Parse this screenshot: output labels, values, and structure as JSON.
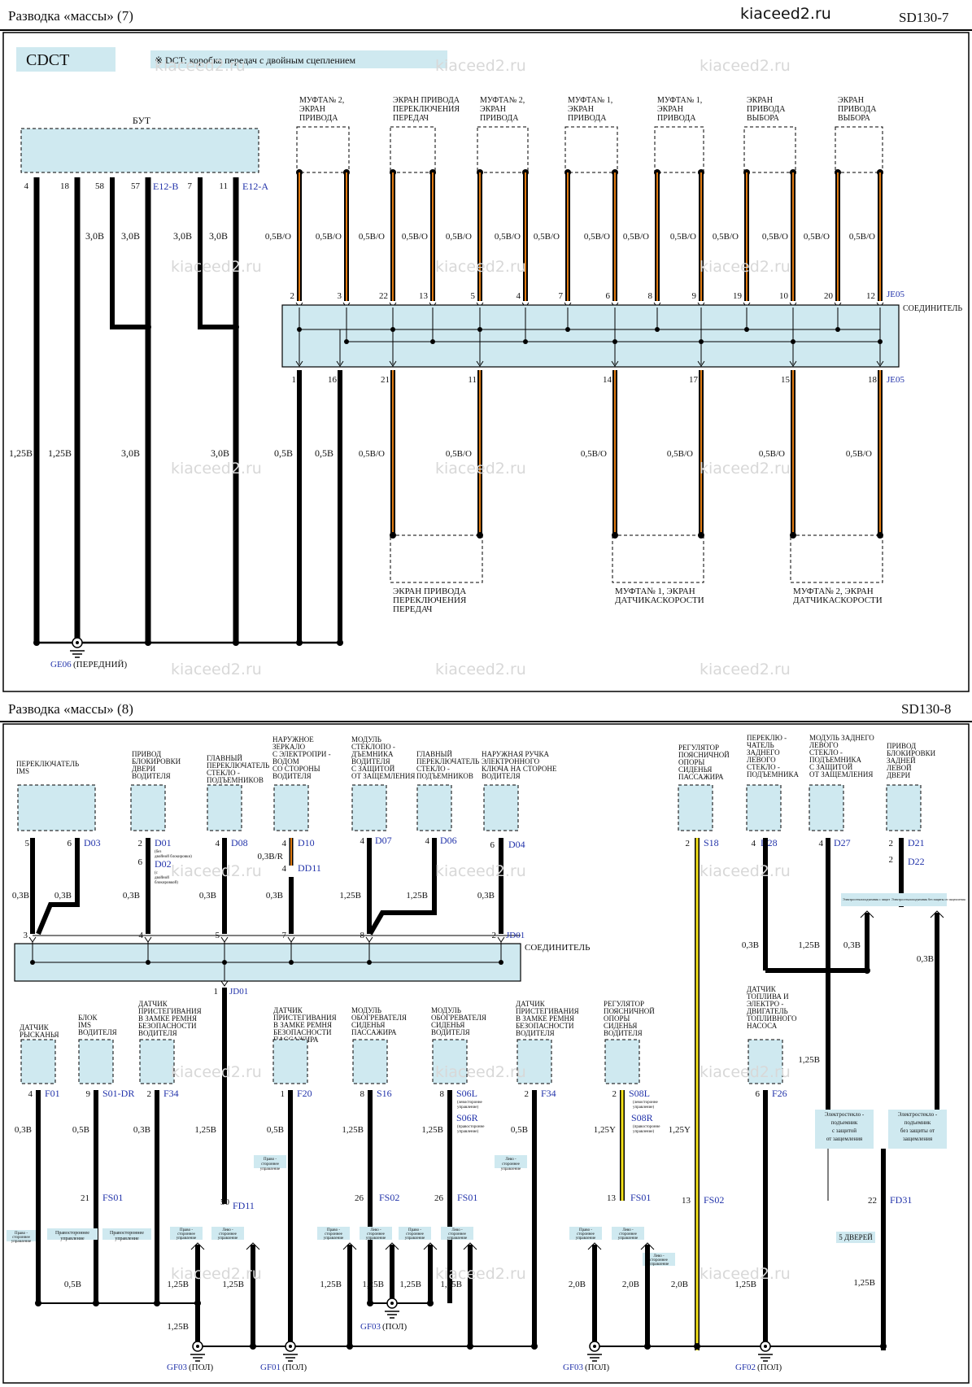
{
  "p7": {
    "header_left": "Разводка   «массы»   (7)",
    "site": "kiaceed2.ru",
    "code": "SD130-7",
    "cdct": "CDCT",
    "note": "※ DCT: коробка  передач  с двойным  сцеплением",
    "but": "БУТ",
    "but_pins": [
      "4",
      "18",
      "58",
      "57",
      "7",
      "11"
    ],
    "e12b": "E12-B",
    "e12a": "E12-A",
    "v30": "3,0B",
    "v125": "1,25B",
    "v05": "0,5B",
    "v05bo": "0,5B/O",
    "soed": "СОЕДИНИТЕЛЬ",
    "je05": "JE05",
    "top_pins": [
      "2",
      "3",
      "22",
      "13",
      "5",
      "4",
      "7",
      "6",
      "8",
      "9",
      "19",
      "10",
      "20",
      "12"
    ],
    "bot_pins": [
      "1",
      "16",
      "21",
      "11",
      "14",
      "17",
      "15",
      "18"
    ],
    "comp_top": [
      [
        "МУФТА№ 2,",
        "ЭКРАН",
        "ПРИВОДА"
      ],
      [
        "ЭКРАН ПРИВОДА",
        "ПЕРЕКЛЮЧЕНИЯ",
        "ПЕРЕДАЧ"
      ],
      [
        "МУФТА№ 2,",
        "ЭКРАН",
        "ПРИВОДА"
      ],
      [
        "МУФТА№ 1,",
        "ЭКРАН",
        "ПРИВОДА"
      ],
      [
        "МУФТА№ 1,",
        "ЭКРАН",
        "ПРИВОДА"
      ],
      [
        "ЭКРАН",
        "ПРИВОДА",
        "ВЫБОРА"
      ],
      [
        "ЭКРАН",
        "ПРИВОДА",
        "ВЫБОРА"
      ]
    ],
    "comp_bot": [
      [
        "ЭКРАН ПРИВОДА",
        "ПЕРЕКЛЮЧЕНИЯ",
        "ПЕРЕДАЧ"
      ],
      [
        "МУФТА№ 1, ЭКРАН",
        "ДАТЧИКАСКОРОСТИ"
      ],
      [
        "МУФТА№ 2, ЭКРАН",
        "ДАТЧИКАСКОРОСТИ"
      ]
    ],
    "ge06": "GE06",
    "ge06_sub": "(ПЕРЕДНИЙ)"
  },
  "p8": {
    "header_left": "Разводка   «массы»   (8)",
    "code": "SD130-8",
    "soed": "СОЕДИНИТЕЛЬ",
    "jd01": "JD01",
    "v03": "0,3B",
    "v05": "0,5B",
    "v125": "1,25B",
    "v20": "2,0B",
    "v125y": "1,25Y",
    "v03r": "0,3B/R",
    "top_comps": [
      {
        "label": [
          "ПЕРЕКЛЮЧАТЕЛЬ",
          "IMS"
        ],
        "conn": "D03"
      },
      {
        "label": [
          "ПРИВОД",
          "БЛОКИРОВКИ",
          "ДВЕРИ",
          "ВОДИТЕЛЯ"
        ],
        "conn": "D01",
        "conn2": "D02"
      },
      {
        "label": [
          "ГЛАВНЫЙ",
          "ПЕРЕКЛЮЧАТЕЛЬ",
          "СТЕКЛО -",
          "ПОДЪЕМНИКОВ"
        ],
        "conn": "D08"
      },
      {
        "label": [
          "НАРУЖНОЕ",
          "ЗЕРКАЛО",
          "С ЭЛЕКТРОПРИ -",
          "ВОДОМ",
          "СО СТОРОНЫ",
          "ВОДИТЕЛЯ"
        ],
        "conn": "D10",
        "conn2": "DD11"
      },
      {
        "label": [
          "МОДУЛЬ",
          "СТЕКЛОПО -",
          "ДЪЕМНИКА",
          "ВОДИТЕЛЯ",
          "С ЗАЩИТОЙ",
          "ОТ ЗАЩЕМЛЕНИЯ"
        ],
        "conn": "D07"
      },
      {
        "label": [
          "ГЛАВНЫЙ",
          "ПЕРЕКЛЮЧАТЕЛЬ",
          "СТЕКЛО -",
          "ПОДЪЕМНИКОВ"
        ],
        "conn": "D06"
      },
      {
        "label": [
          "НАРУЖНАЯ РУЧКА",
          "ЭЛЕКТРОННОГО",
          "КЛЮЧА  НА СТОРОНЕ",
          "ВОДИТЕЛЯ"
        ],
        "conn": "D04"
      }
    ],
    "right_comps": [
      {
        "label": [
          "РЕГУЛЯТОР",
          "ПОЯСНИЧНОЙ",
          "ОПОРЫ",
          "СИДЕНЬЯ",
          "ПАССАЖИРА"
        ],
        "conn": "S18"
      },
      {
        "label": [
          "ПЕРЕКЛЮ -",
          "ЧАТЕЛЬ",
          "ЗАДНЕГО",
          "ЛЕВОГО",
          "СТЕКЛО -",
          "ПОДЪЕМНИКА"
        ],
        "conn": "D28"
      },
      {
        "label": [
          "МОДУЛЬ ЗАДНЕГО",
          "ЛЕВОГО",
          "СТЕКЛО -",
          "ПОДЪЕМНИКА",
          "С ЗАЩИТОЙ",
          "ОТ ЗАЩЕМЛЕНИЯ"
        ],
        "conn": "D27"
      },
      {
        "label": [
          "ПРИВОД",
          "БЛОКИРОВКИ",
          "ЗАДНЕЙ",
          "ЛЕВОЙ",
          "ДВЕРИ"
        ],
        "conn": "D21",
        "conn2": "D22"
      }
    ],
    "bot_comps": [
      {
        "label": [
          "ДАТЧИК",
          "РЫСКАНЬЯ"
        ],
        "conn": "F01"
      },
      {
        "label": [
          "БЛОК",
          "IMS",
          "ВОДИТЕЛЯ"
        ],
        "conn": "S01-DR"
      },
      {
        "label": [
          "ДАТЧИК",
          "ПРИСТЕГИВАНИЯ",
          "В ЗАМКЕ  РЕМНЯ",
          "БЕЗОПАСНОСТИ",
          "ВОДИТЕЛЯ"
        ],
        "conn": "F34"
      },
      {
        "label": [
          "ДАТЧИК",
          "ПРИСТЕГИВАНИЯ",
          "В ЗАМКЕ  РЕМНЯ",
          "БЕЗОПАСНОСТИ",
          "ПАССАЖИРА"
        ],
        "conn": "F20"
      },
      {
        "label": [
          "МОДУЛЬ",
          "ОБОГРЕВАТЕЛЯ",
          "СИДЕНЬЯ",
          "ПАССАЖИРА"
        ],
        "conn": "S16"
      },
      {
        "label": [
          "МОДУЛЬ",
          "ОБОГРЕВАТЕЛЯ",
          "СИДЕНЬЯ",
          "ВОДИТЕЛЯ"
        ],
        "conn": "S06L",
        "conn2": "S06R"
      },
      {
        "label": [
          "ДАТЧИК",
          "ПРИСТЕГИВАНИЯ",
          "В ЗАМКЕ  РЕМНЯ",
          "БЕЗОПАСНОСТИ",
          "ВОДИТЕЛЯ"
        ],
        "conn": "F34"
      },
      {
        "label": [
          "РЕГУЛЯТОР",
          "ПОЯСНИЧНОЙ",
          "ОПОРЫ",
          "СИДЕНЬЯ",
          "ВОДИТЕЛЯ"
        ],
        "conn": "S08L",
        "conn2": "S08R"
      },
      {
        "label": [
          "ДАТЧИК",
          "ТОПЛИВА  И",
          "ЭЛЕКТРО -",
          "ДВИГАТЕЛЬ",
          "ТОПЛИВНОГО",
          "НАСОСА"
        ],
        "conn": "F26"
      }
    ],
    "fs01": "FS01",
    "fs02": "FS02",
    "fd11": "FD11",
    "fd31": "FD31",
    "grounds": [
      "GF03",
      "GF01",
      "GF03",
      "GF03",
      "GF02"
    ],
    "ground_sub": "(ПОЛ)",
    "pravo": [
      "Право -",
      "стороннее",
      "управление"
    ],
    "levo": [
      "Лево -",
      "стороннее",
      "управление"
    ],
    "pravo_line": "Правостороннее",
    "upr": "управление",
    "win1": [
      "Электростекло -",
      "подъемник",
      "с защитой",
      "от защемления"
    ],
    "win2": [
      "Электростекло -",
      "подъемник",
      "без защиты  от",
      "защемления"
    ],
    "doors5": "5 ДВЕРЕЙ",
    "with_lock": "Электростеклоподъемник с защитой от защемления",
    "no_lock": "Электростеклоподъемник без защиты от защемления",
    "d01_note": [
      "(без",
      "двойной блокировки)"
    ],
    "d02_note": [
      "(с",
      "двойной",
      "блокировкой)"
    ],
    "s06l_note": [
      "(левосторонне",
      "управление)"
    ],
    "s06r_note": [
      "(правосторонне",
      "управление)"
    ]
  }
}
